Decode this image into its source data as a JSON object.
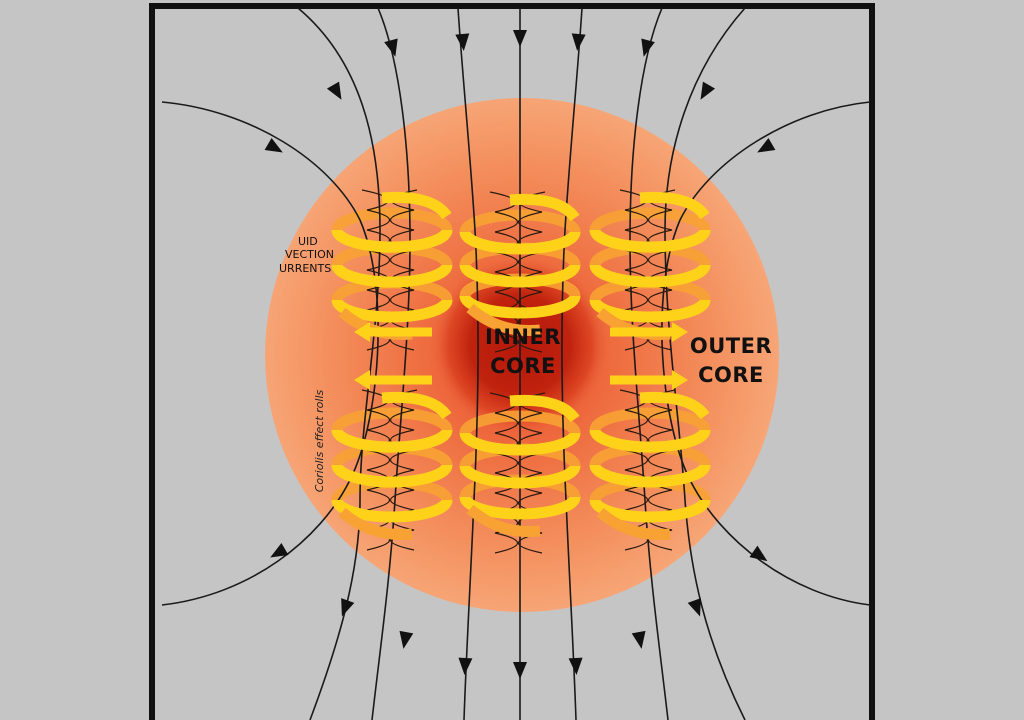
{
  "labels": {
    "inner_core": [
      "INNER",
      "CORE"
    ],
    "outer_core": [
      "OUTER",
      "CORE"
    ],
    "convection": [
      "UID",
      "VECTION",
      "URRENTS"
    ],
    "coriolis": "Coriolis effect rolls"
  },
  "colors": {
    "background": "#c5c5c5",
    "frame": "#111111",
    "outer_core_edge": "#f6a06c",
    "outer_core_mid": "#ee6b3e",
    "inner_core": "#b81a08",
    "spiral_front": "#ffd21a",
    "spiral_back": "#f7a233",
    "field_line": "#1a1a1a"
  },
  "icons": {
    "field_arrow": "arrowhead-icon",
    "flow_arrow": "flow-arrow-icon"
  }
}
